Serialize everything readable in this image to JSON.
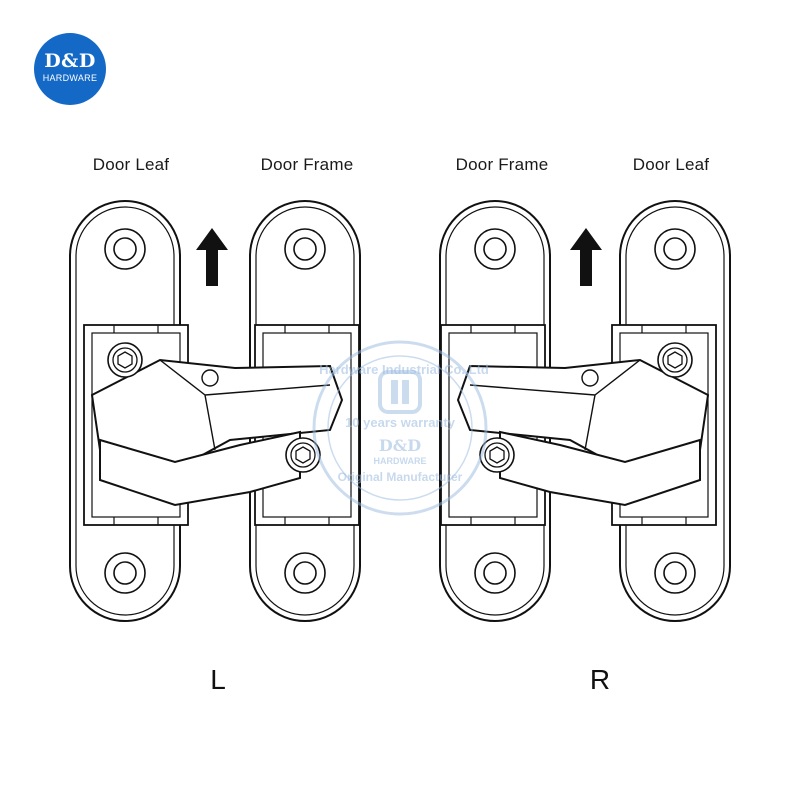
{
  "logo": {
    "brand": "D&D",
    "sub": "HARDWARE",
    "color": "#1469c7"
  },
  "labels": {
    "left_leaf": "Door Leaf",
    "left_frame": "Door Frame",
    "right_frame": "Door Frame",
    "right_leaf": "Door Leaf"
  },
  "sides": {
    "left": "L",
    "right": "R"
  },
  "watermark": {
    "top": "Hardware Industrial Co.,Ltd",
    "middle": "10 years warranty",
    "brand": "D&D",
    "sub": "HARDWARE",
    "bottom": "Original Manufacturer",
    "color": "#9bbbe0"
  },
  "icons": [
    "arrow-up-icon",
    "screw-head-icon",
    "hinge-plate"
  ]
}
